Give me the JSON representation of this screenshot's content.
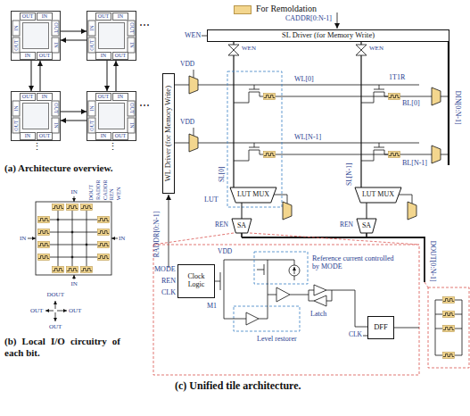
{
  "diagram": {
    "nodes": [
      {
        "text": [
          "OUT",
          "IN",
          "IN",
          "OUT",
          "OUT",
          "IN",
          "IN",
          "OUT"
        ]
      },
      {
        "text": [
          "OUT",
          "IN",
          "IN",
          "OUT",
          "OUT",
          "IN",
          "IN",
          "OUT"
        ]
      },
      {
        "text": [
          "OUT",
          "IN",
          "IN",
          "OUT",
          "OUT",
          "IN",
          "IN",
          "OUT"
        ]
      },
      {
        "text": [
          "OUT",
          "IN",
          "IN",
          "OUT",
          "OUT",
          "IN",
          "IN",
          "OUT"
        ]
      },
      {
        "text": [
          "SL Driver (for Memory Write)"
        ]
      },
      {
        "text": [
          "WL Driver (for Memory Write)"
        ]
      },
      {
        "text": [
          "LUT MUX"
        ]
      },
      {
        "text": [
          "LUT MUX"
        ]
      },
      {
        "text": [
          "SA"
        ]
      },
      {
        "text": [
          "SA"
        ]
      },
      {
        "text": [
          "Clock Logic"
        ]
      },
      {
        "text": [
          "DFF"
        ]
      }
    ],
    "edges": [
      {
        "from": 0,
        "to": 1,
        "arrow": "to"
      },
      {
        "from": 1,
        "to": 0,
        "arrow": "to"
      },
      {
        "from": 0,
        "to": 2,
        "arrow": "to"
      },
      {
        "from": 2,
        "to": 0,
        "arrow": "to"
      },
      {
        "from": 1,
        "to": 3,
        "arrow": "to"
      },
      {
        "from": 3,
        "to": 1,
        "arrow": "to"
      },
      {
        "from": 2,
        "to": 3,
        "arrow": "to"
      },
      {
        "from": 3,
        "to": 2,
        "arrow": "to"
      },
      {
        "from": 6,
        "to": 8,
        "arrow": "none"
      },
      {
        "from": 7,
        "to": 9,
        "arrow": "none"
      }
    ],
    "labels": [
      "⋯",
      "⋯",
      "⋮",
      "⋮",
      "(a) Architecture overview.",
      "IN",
      "IN",
      "IN",
      "IN",
      "DOUT",
      "RADDR",
      "CADDR",
      "REN",
      "WEN",
      "DOUT",
      "OUT",
      "OUT",
      "OUT",
      "(b) Local I/O circuitry of each bit.",
      "CADDR[0:N-1]",
      "WEN",
      "WEN",
      "WEN",
      "VDD",
      "VDD",
      "RADDR[0:N-1]",
      "WL[0]",
      "WL[N-1]",
      "1T1R",
      "BL[0]",
      "BL[N-1]",
      "DIN[0:N-1]",
      "LUT",
      "SL[0]",
      "SL[N-1]",
      "REN",
      "REN",
      "DOUT[0:N-1]",
      "MODE",
      "REN",
      "CLK",
      "VDD",
      "M1",
      "Reference current controlled by MODE",
      "Latch",
      "Level restorer",
      "CLK",
      "(c) Unified tile architecture."
    ],
    "legend": [
      {
        "text": "For Remoldation",
        "color": "#f3d68e"
      }
    ]
  }
}
